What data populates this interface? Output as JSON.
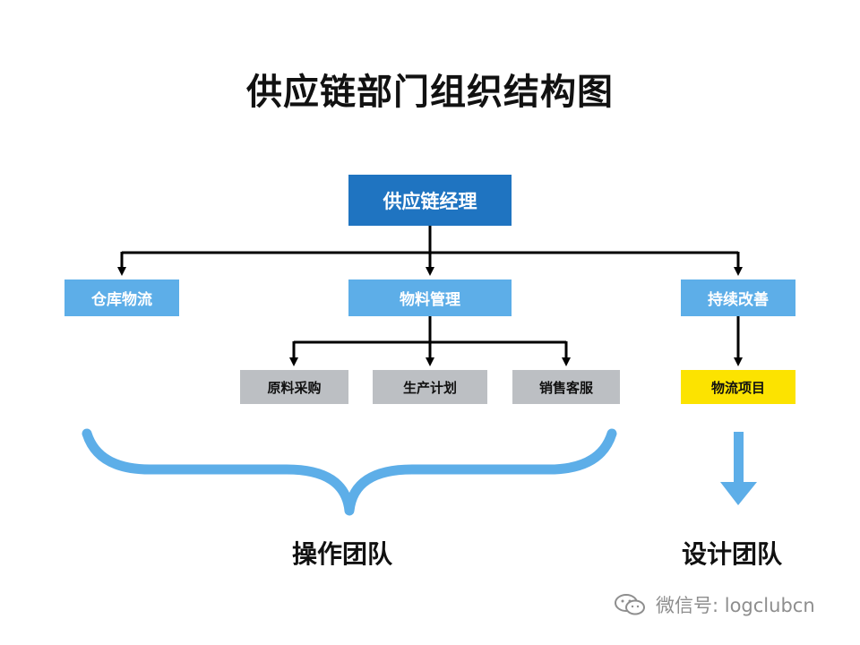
{
  "title": "供应链部门组织结构图",
  "root": {
    "label": "供应链经理"
  },
  "level2": [
    {
      "label": "仓库物流"
    },
    {
      "label": "物料管理"
    },
    {
      "label": "持续改善"
    }
  ],
  "level3": [
    {
      "label": "原料采购"
    },
    {
      "label": "生产计划"
    },
    {
      "label": "销售客服"
    },
    {
      "label": "物流项目"
    }
  ],
  "teams": {
    "operations": "操作团队",
    "design": "设计团队"
  },
  "watermark": {
    "text": "微信号: logclubcn",
    "icon": "wechat-icon"
  },
  "colors": {
    "root": "#1f74c1",
    "level2": "#5daee8",
    "level3": "#bcbfc3",
    "highlight": "#fce300",
    "brace": "#5daee8"
  }
}
